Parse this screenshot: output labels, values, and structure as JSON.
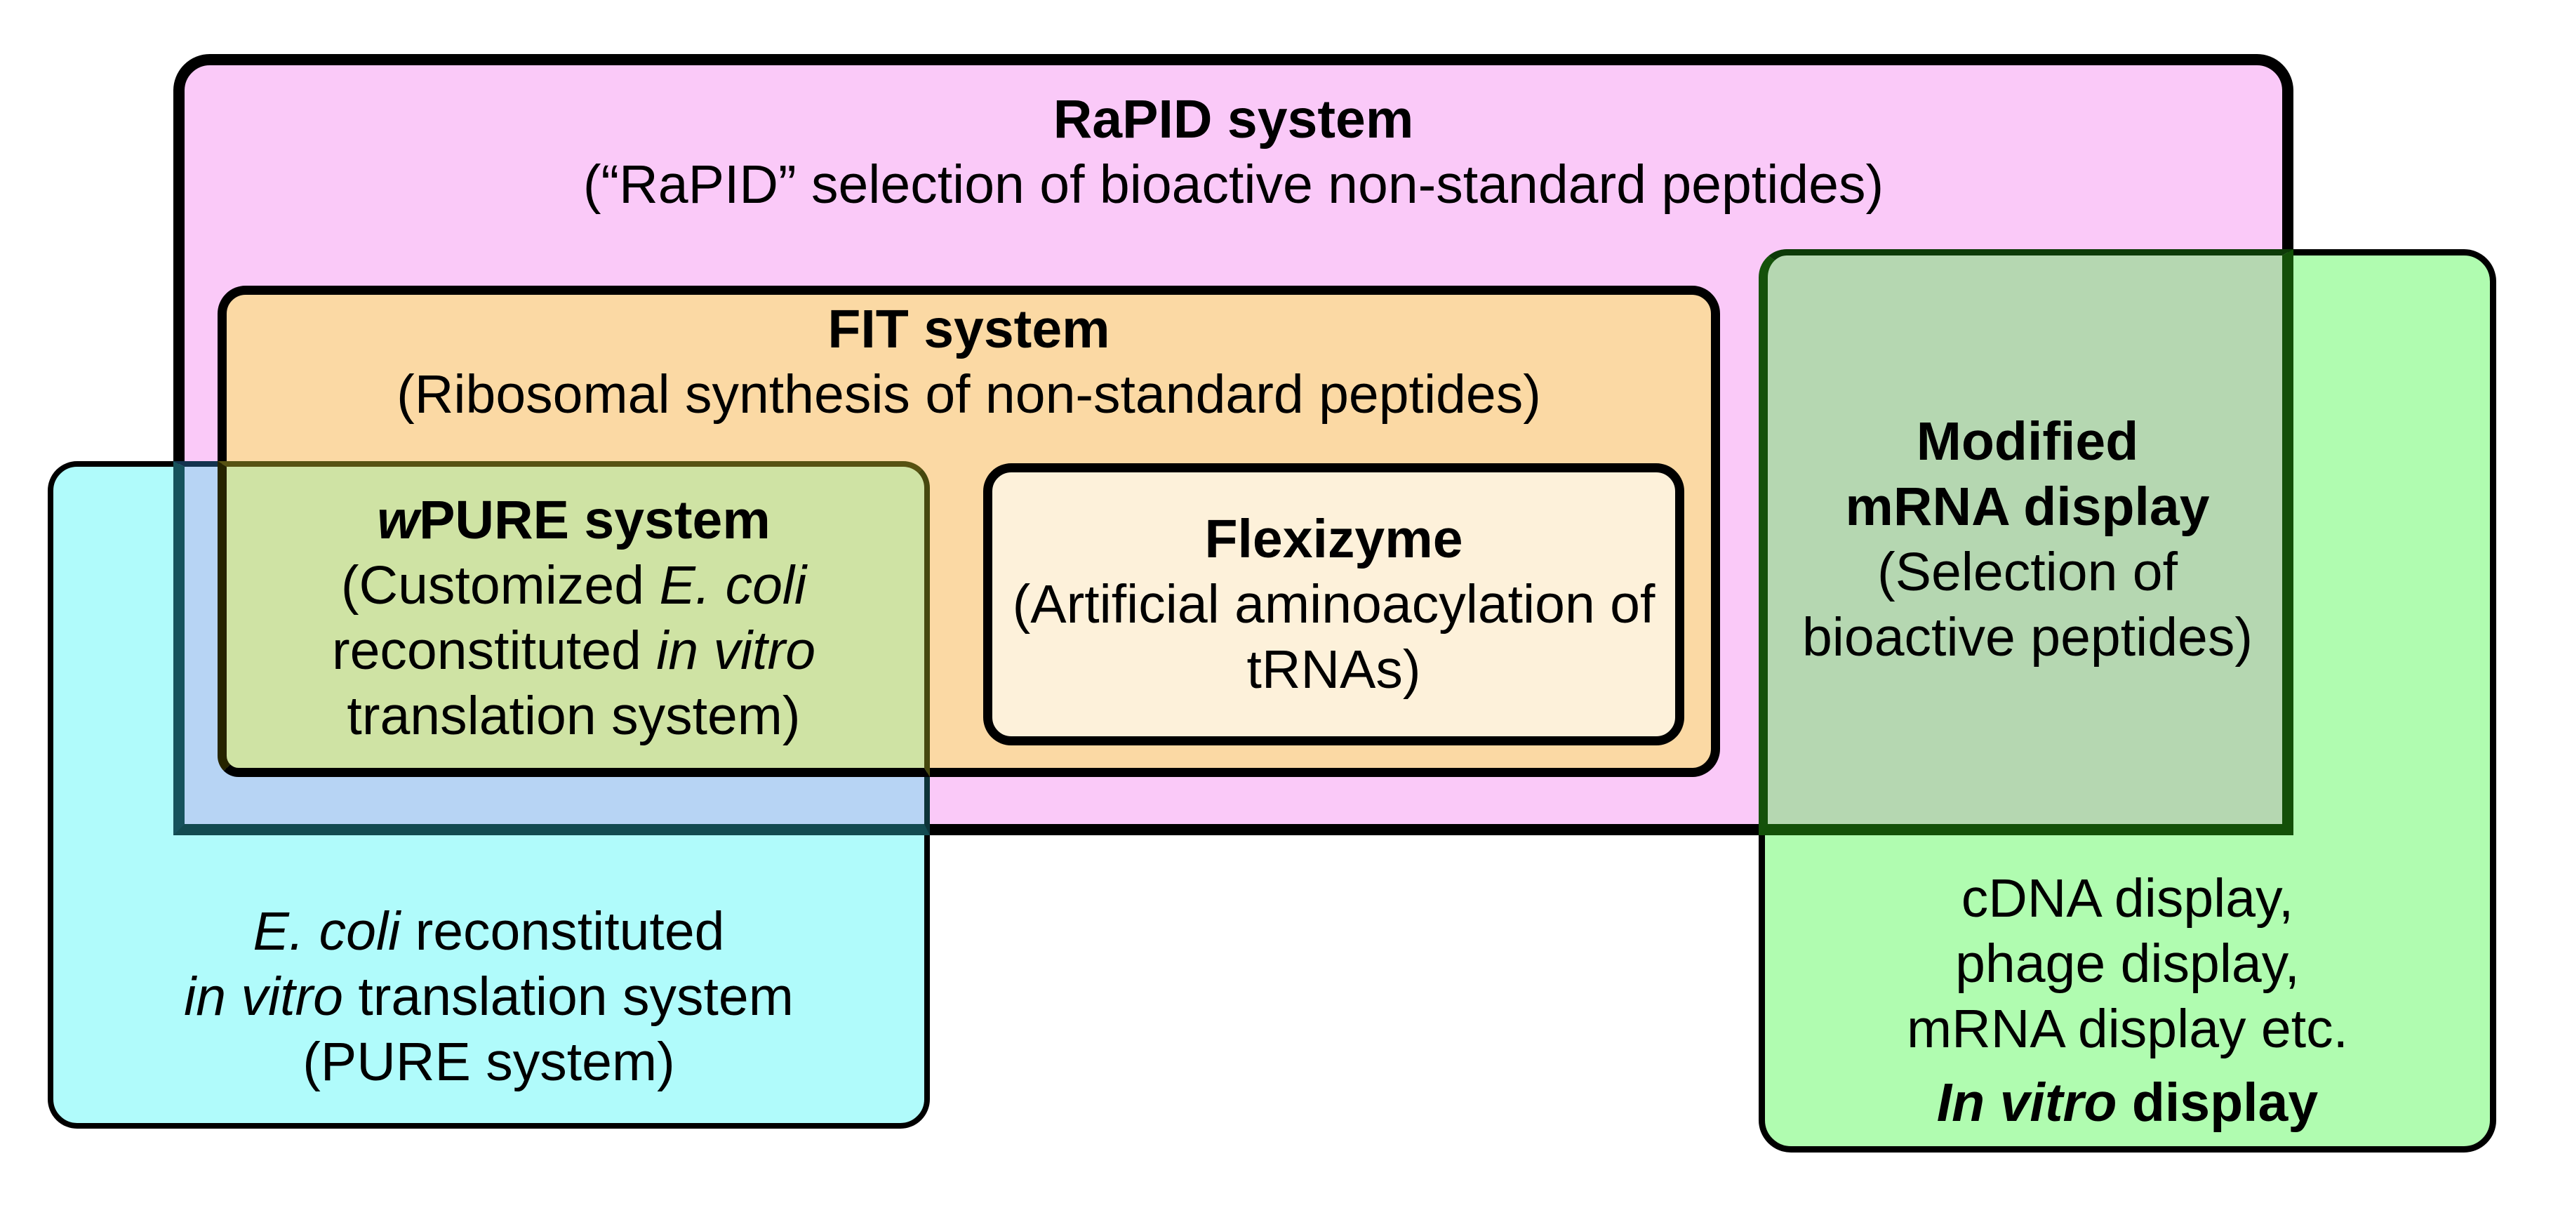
{
  "diagram": {
    "rapid": {
      "title": "RaPID system",
      "subtitle": "(“RaPID” selection of bioactive non-standard peptides)"
    },
    "fit": {
      "title": "FIT system",
      "subtitle": "(Ribosomal synthesis of non-standard peptides)"
    },
    "wpure": {
      "title_w_italic": "w",
      "title_rest": "PURE system",
      "line2_pre": "(Customized ",
      "line2_italic": "E. coli",
      "line3_pre": "reconstituted ",
      "line3_italic": "in vitro",
      "line4": "translation system)"
    },
    "flexizyme": {
      "title": "Flexizyme",
      "line2": "(Artificial aminoacylation of",
      "line3": "tRNAs)"
    },
    "modified_mrna_display": {
      "line1": "Modified",
      "line2": "mRNA display",
      "line3": "(Selection of",
      "line4": "bioactive peptides)"
    },
    "pure_system": {
      "line1_italic": "E. coli",
      "line1_rest": " reconstituted",
      "line2_italic": "in vitro",
      "line2_rest": " translation system",
      "line3": "(PURE system)"
    },
    "in_vitro_display": {
      "line1": "cDNA display,",
      "line2": "phage display,",
      "line3": "mRNA display etc.",
      "line4_bold_italic": "In vitro",
      "line4_bold": " display"
    }
  },
  "colors": {
    "rapid_fill": "#fac9f8",
    "fit_fill": "#fbd9a4",
    "flexizyme_fill": "#fdf1da",
    "pure_cyan_fill": "#b0fbfb",
    "in_vitro_green_fill": "#b0fcb0",
    "wpure_overlap_fill": "#cfe3a4",
    "pure_rapid_overlap_fill": "#b7d4f4",
    "modified_overlap_fill": "#b5d7b1",
    "border_black": "#000000",
    "overlap_border_dark_teal": "#16525c",
    "overlap_border_dark_olive": "#575212",
    "overlap_border_dark_green": "#14510a"
  }
}
